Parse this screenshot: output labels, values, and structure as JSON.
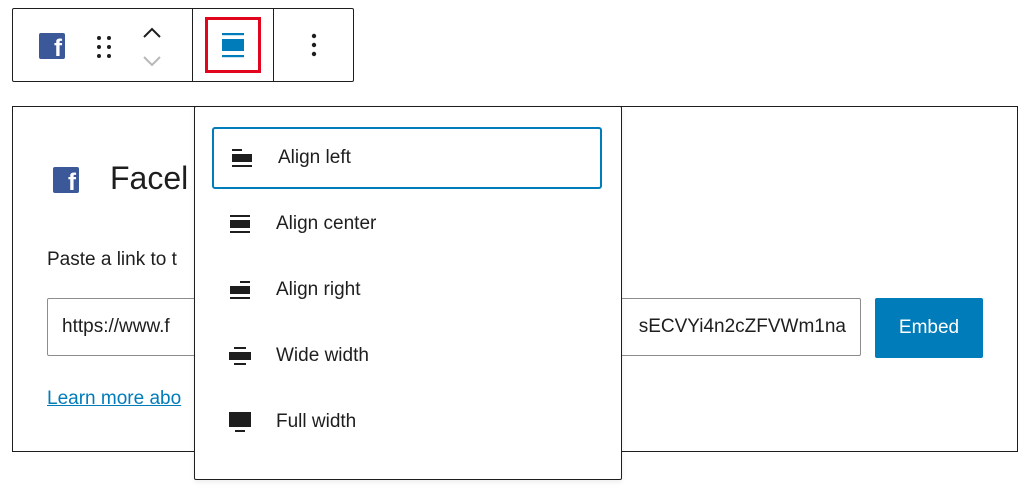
{
  "toolbar": {
    "block_icon": "facebook-icon",
    "block_icon_letter": "f",
    "drag_icon": "drag-handle-icon",
    "move_up_icon": "chevron-up-icon",
    "move_down_icon": "chevron-down-icon",
    "align_icon": "align-center-icon",
    "more_icon": "more-vertical-icon",
    "highlight_color": "#e1061d"
  },
  "embed": {
    "icon": "facebook-icon",
    "icon_letter": "f",
    "title": "Facel",
    "instructions": "Paste a link to t",
    "url_value_start": "https://www.f",
    "url_value_end": "sECVYi4n2cZFVWm1na",
    "embed_button": "Embed",
    "learn_more": "Learn more abo",
    "brand_color": "#3b5998",
    "accent_color": "#007cba"
  },
  "alignment_menu": {
    "items": [
      {
        "label": "Align left",
        "icon": "align-left-icon",
        "focused": true
      },
      {
        "label": "Align center",
        "icon": "align-center-icon",
        "focused": false
      },
      {
        "label": "Align right",
        "icon": "align-right-icon",
        "focused": false
      },
      {
        "label": "Wide width",
        "icon": "wide-width-icon",
        "focused": false
      },
      {
        "label": "Full width",
        "icon": "full-width-icon",
        "focused": false
      }
    ]
  }
}
